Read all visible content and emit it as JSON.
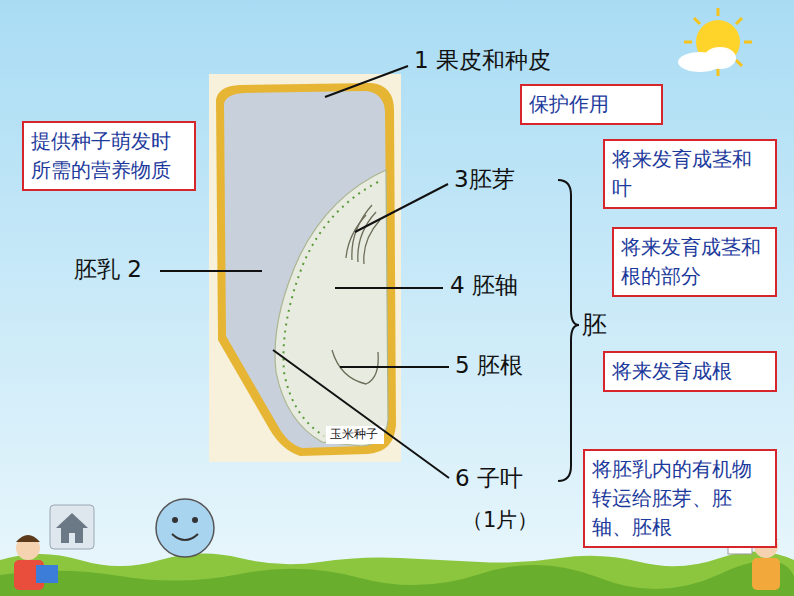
{
  "diagram": {
    "nodes": [
      {
        "text": [
          "保护作用"
        ]
      },
      {
        "text": [
          "提供种子萌发时所需的营养物质"
        ]
      },
      {
        "text": [
          "将来发育成茎和叶"
        ]
      },
      {
        "text": [
          "将来发育成茎和根的部分"
        ]
      },
      {
        "text": [
          "将来发育成根"
        ]
      },
      {
        "text": [
          "将胚乳内的有机物转运给胚芽、胚轴、胚根"
        ]
      }
    ],
    "labels": [
      "1 果皮和种皮",
      "胚乳 2",
      "3胚芽",
      "4 胚轴",
      "5 胚根",
      "胚",
      "6 子叶",
      "（1片）",
      "玉米种子"
    ]
  }
}
